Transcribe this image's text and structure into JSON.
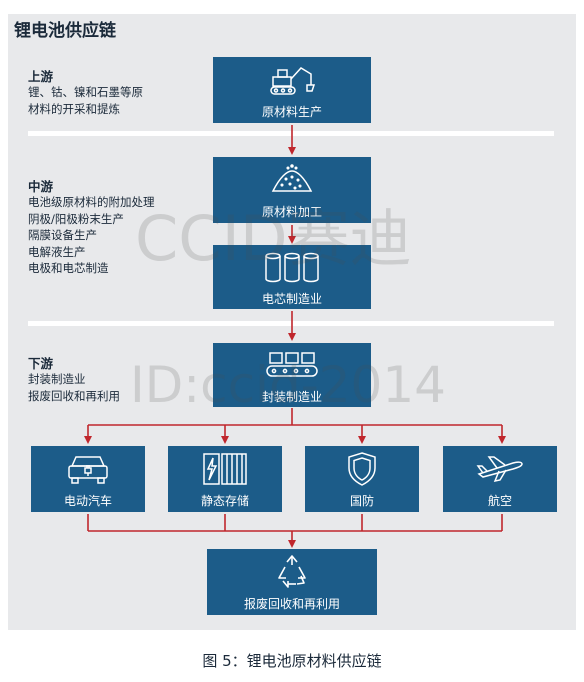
{
  "title": "锂电池供应链",
  "sections": {
    "upstream": {
      "heading": "上游",
      "lines": [
        "锂、钴、镍和石墨等原",
        "材料的开采和提炼"
      ]
    },
    "midstream": {
      "heading": "中游",
      "lines": [
        "电池级原材料的附加处理",
        "阴极/阳极粉末生产",
        "隔膜设备生产",
        "电解液生产",
        "电极和电芯制造"
      ]
    },
    "downstream": {
      "heading": "下游",
      "lines": [
        "封装制造业",
        "报废回收和再利用"
      ]
    }
  },
  "boxes": {
    "raw_production": {
      "label": "原材料生产",
      "icon": "excavator-icon"
    },
    "raw_processing": {
      "label": "原材料加工",
      "icon": "powder-pile-icon"
    },
    "cell_manufacturing": {
      "label": "电芯制造业",
      "icon": "battery-cells-icon"
    },
    "packaging": {
      "label": "封装制造业",
      "icon": "conveyor-icon"
    },
    "ev": {
      "label": "电动汽车",
      "icon": "electric-car-icon"
    },
    "storage": {
      "label": "静态存储",
      "icon": "storage-battery-icon"
    },
    "defense": {
      "label": "国防",
      "icon": "shield-icon"
    },
    "aviation": {
      "label": "航空",
      "icon": "airplane-icon"
    },
    "recycling": {
      "label": "报废回收和再利用",
      "icon": "recycle-icon"
    }
  },
  "watermarks": {
    "line1": "CCID赛迪",
    "line2": "ID:ccid-2014"
  },
  "caption": "图 5：锂电池原材料供应链",
  "colors": {
    "box": "#1c5c89",
    "arrow": "#c0272d",
    "panel": "#e8e9eb",
    "text": "#1b2a3a"
  }
}
